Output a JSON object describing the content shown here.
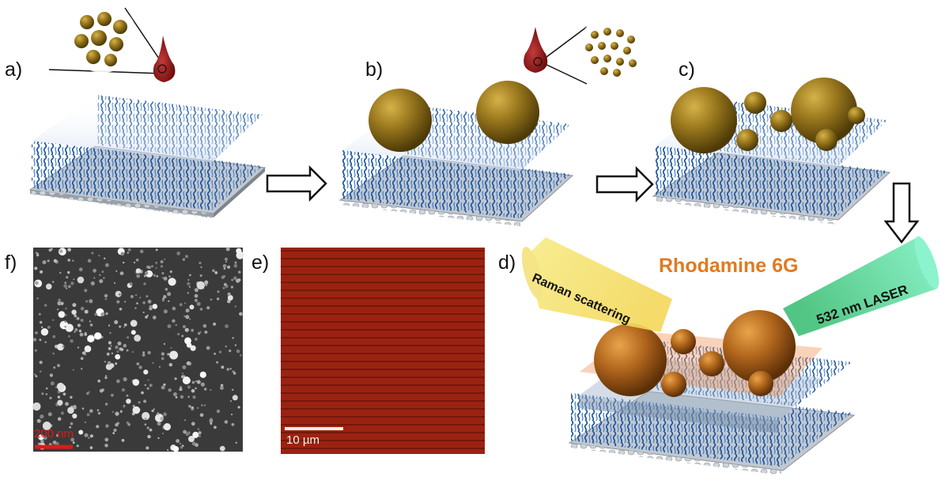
{
  "panels": {
    "a": "a)",
    "b": "b)",
    "c": "c)",
    "d": "d)",
    "e": "e)",
    "f": "f)"
  },
  "labels": {
    "rhodamine": "Rhodamine 6G",
    "raman": "Raman scattering",
    "laser": "532 nm LASER"
  },
  "scale_bars": {
    "sem": "200 nm",
    "raman_map": "10 µm"
  },
  "colors": {
    "polymer_brush": "#1f56a0",
    "gold_particle": "#8a6a14",
    "droplet": "#9a1818",
    "rhodamine_text": "#e07a20",
    "raman_beam": "#f4e26a",
    "laser_beam": "#5fd79a",
    "raman_map": "#9b1d10",
    "sem_background": "#3a3a3a"
  }
}
